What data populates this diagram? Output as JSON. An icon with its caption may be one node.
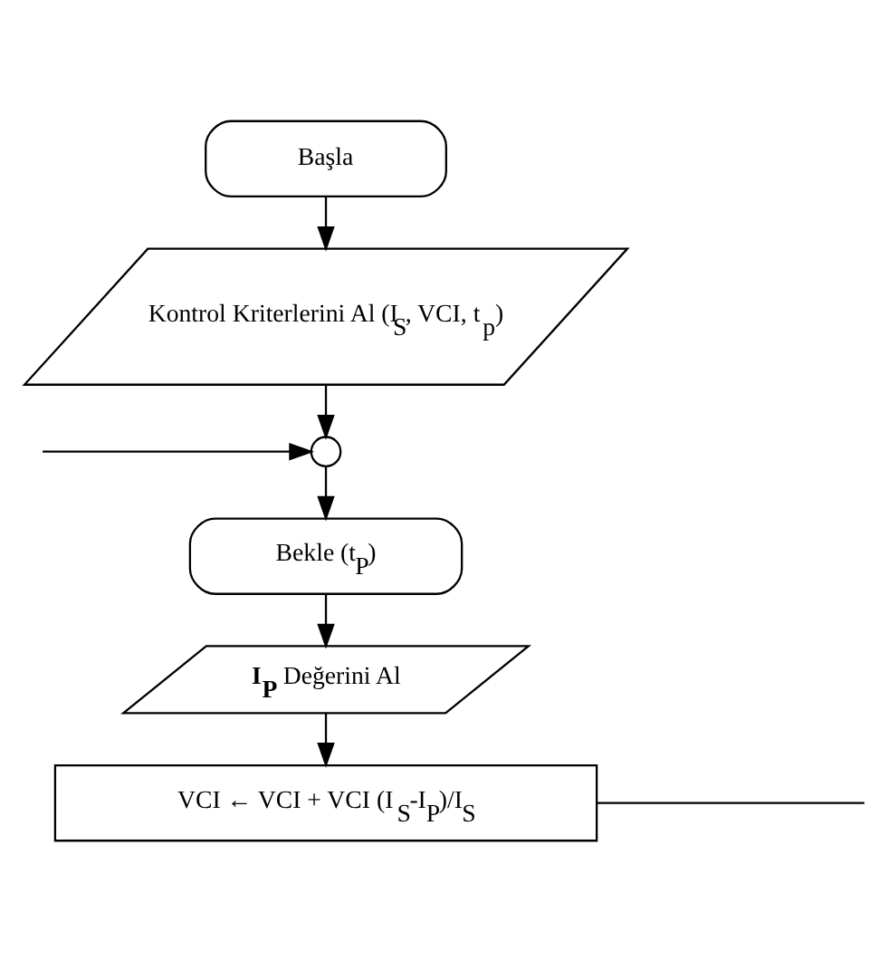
{
  "diagram": {
    "nodes": [
      {
        "text": [
          "Başla"
        ]
      },
      {
        "text": [
          "Kontrol Kriterlerini Al (I$_{S}$, VCI, t$_{p}$)"
        ]
      },
      {
        "text": [],
        "shape": "circle"
      },
      {
        "text": [
          "Bekle (t$_{P}$)"
        ]
      },
      {
        "text": [
          "**I$_{P}$** Değerini Al"
        ]
      },
      {
        "text": [
          "VCI ← VCI + VCI (I$_{S}$-I$_{P}$)/I$_{S}$"
        ]
      }
    ],
    "edges": [
      {
        "from": 0,
        "to": 1,
        "arrow": "to"
      },
      {
        "from": 1,
        "to": 2,
        "arrow": "to"
      },
      {
        "from": 2,
        "to": 3,
        "arrow": "to"
      },
      {
        "from": 3,
        "to": 4,
        "arrow": "to"
      },
      {
        "from": 4,
        "to": 5,
        "arrow": "to"
      },
      {
        "from": null,
        "to": 2,
        "arrow": "to"
      },
      {
        "from": 5,
        "to": null,
        "arrow": "none"
      }
    ]
  }
}
